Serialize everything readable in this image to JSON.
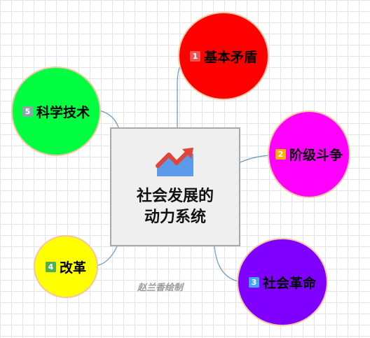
{
  "center": {
    "line1": "社会发展的",
    "line2": "动力系统",
    "icon": "trending-up-chart-icon"
  },
  "topics": [
    {
      "id": "basic-contradiction",
      "number": "1",
      "label": "基本矛盾",
      "fill": "#ff0000",
      "badge": "#ef5350"
    },
    {
      "id": "class-struggle",
      "number": "2",
      "label": "阶级斗争",
      "fill": "#ff00ff",
      "badge": "#ffb300"
    },
    {
      "id": "social-revolution",
      "number": "3",
      "label": "社会革命",
      "fill": "#7f00ff",
      "badge": "#42a5f5"
    },
    {
      "id": "reform",
      "number": "4",
      "label": "改革",
      "fill": "#ffff00",
      "badge": "#4caf50"
    },
    {
      "id": "science-technology",
      "number": "5",
      "label": "科学技术",
      "fill": "#00ff40",
      "badge": "#90a4ae"
    }
  ],
  "credit": "赵兰香绘制",
  "colors": {
    "connector": "#6f9bc8",
    "bubble_border": "#f2c7a3",
    "center_fill": "#efefef",
    "center_border": "#a8a8a8"
  }
}
